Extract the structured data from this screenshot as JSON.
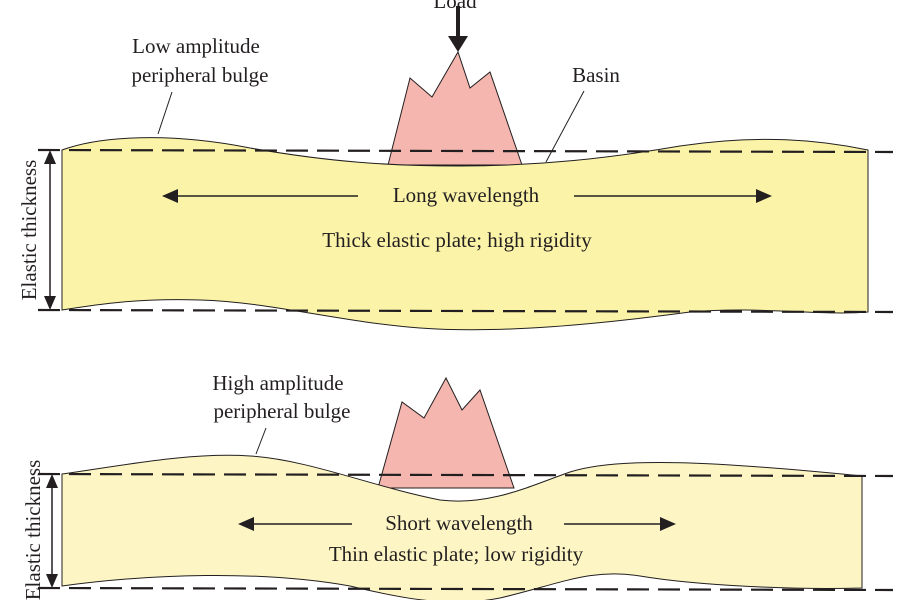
{
  "top_panel": {
    "load_label": "Load",
    "bulge_label_line1": "Low amplitude",
    "bulge_label_line2": "peripheral bulge",
    "basin_label": "Basin",
    "wavelength_label": "Long wavelength",
    "plate_label": "Thick elastic plate; high rigidity",
    "thickness_label": "Elastic thickness"
  },
  "bottom_panel": {
    "bulge_label_line1": "High amplitude",
    "bulge_label_line2": "peripheral bulge",
    "wavelength_label": "Short wavelength",
    "plate_label": "Thin elastic plate; low rigidity",
    "thickness_label": "Elastic thickness"
  },
  "colors": {
    "plate_top": "#fbf4a8",
    "plate_bottom": "#fdf6c4",
    "load": "#f4b6ae",
    "outline": "#231f20"
  }
}
